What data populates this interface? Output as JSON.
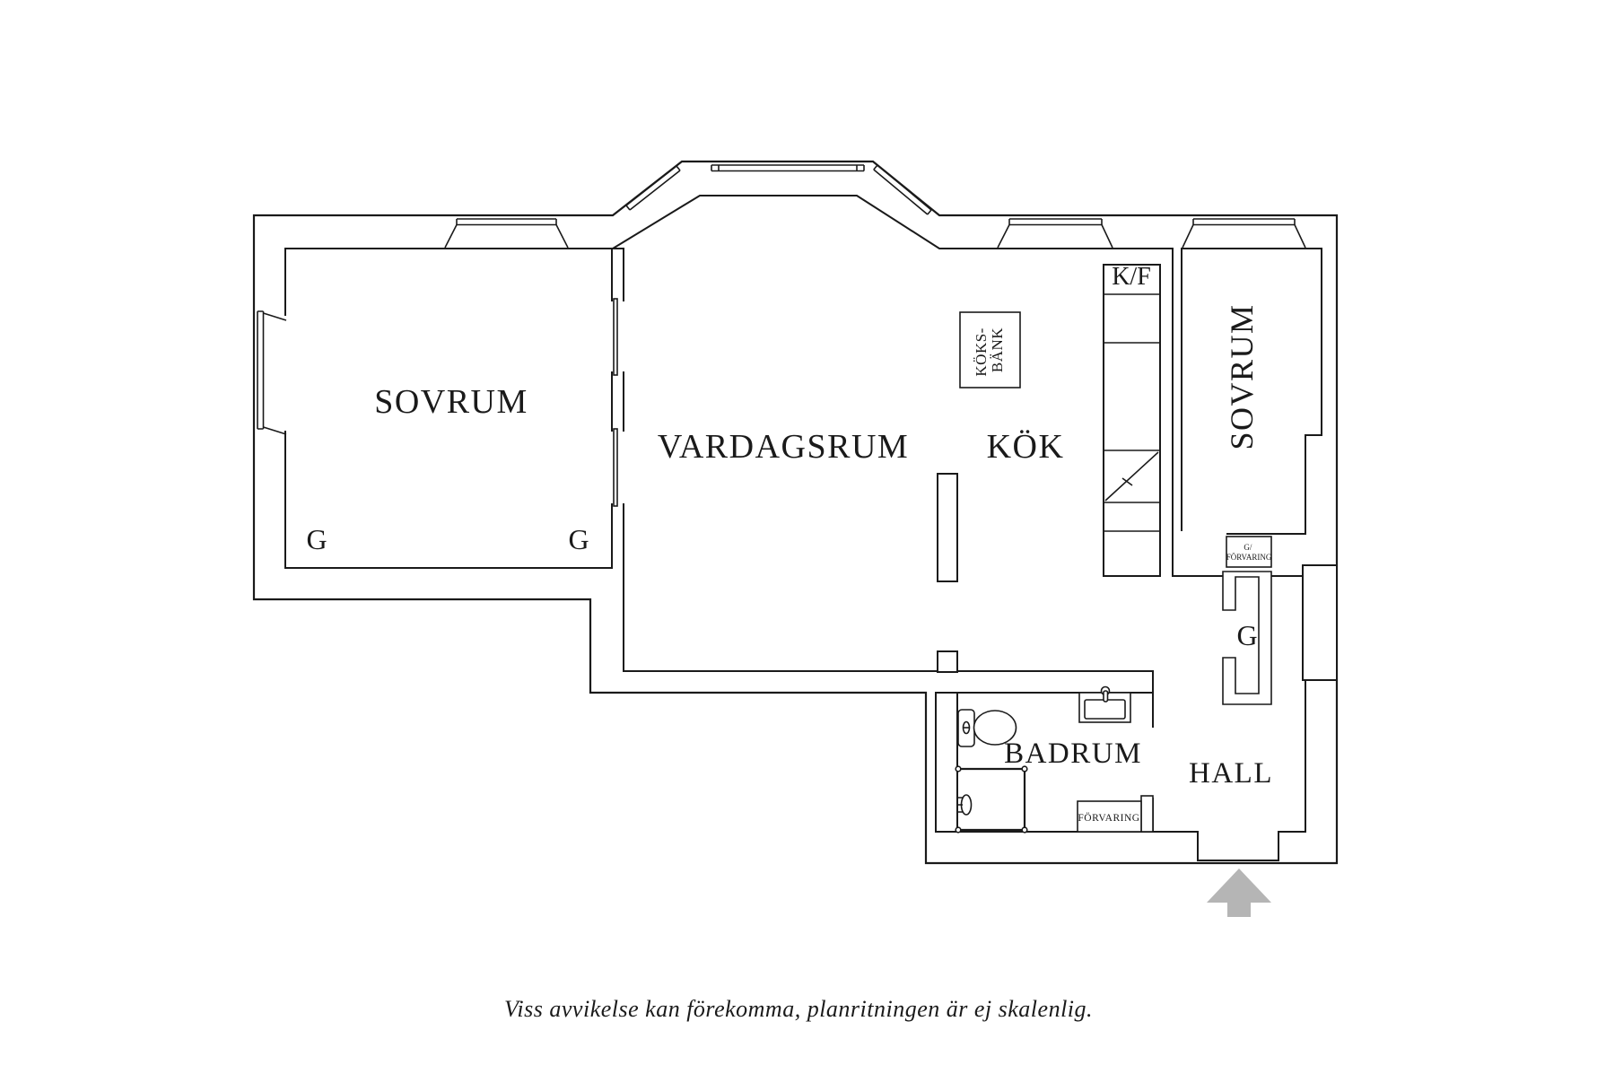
{
  "floorplan": {
    "rooms": {
      "sovrum_left": "SOVRUM",
      "vardagsrum": "VARDAGSRUM",
      "kok": "KÖK",
      "sovrum_right": "SOVRUM",
      "badrum": "BADRUM",
      "hall": "HALL"
    },
    "labels": {
      "g": "G",
      "kf": "K/F",
      "koksbank_line1": "KÖKS-",
      "koksbank_line2": "BÄNK",
      "g_forvaring_line1": "G/",
      "g_forvaring_line2": "FÖRVARING",
      "forvaring": "FÖRVARING"
    },
    "caption": "Viss avvikelse kan förekomma, planritningen är ej skalenlig.",
    "colors": {
      "line": "#1a1a1a",
      "arrow": "#b5b5b5",
      "background": "#ffffff"
    }
  }
}
